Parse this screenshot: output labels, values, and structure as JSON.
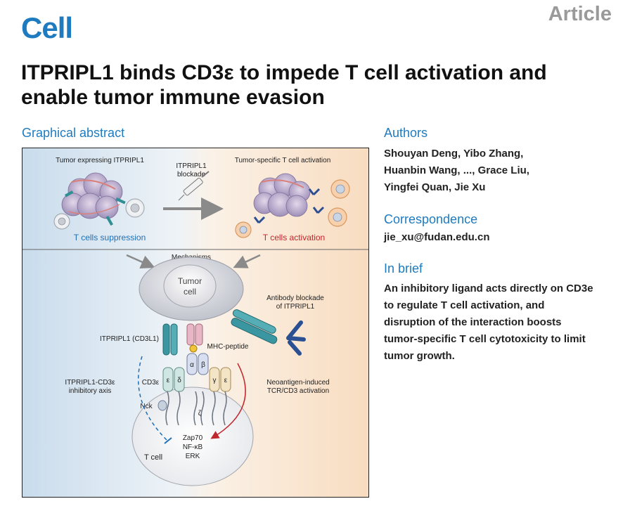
{
  "journal": {
    "logo": "Cell",
    "type": "Article"
  },
  "title": "ITPRIPL1 binds CD3ε to impede T cell activation and enable tumor immune evasion",
  "sections": {
    "graphical_abstract": "Graphical abstract",
    "authors": "Authors",
    "correspondence": "Correspondence",
    "in_brief": "In brief"
  },
  "authors_lines": [
    "Shouyan Deng, Yibo Zhang,",
    "Huanbin Wang, ..., Grace Liu,",
    "Yingfei Quan, Jie Xu"
  ],
  "correspondence_email": "jie_xu@fudan.edu.cn",
  "in_brief_lines": [
    "An inhibitory ligand acts directly on CD3e",
    "to regulate T cell activation, and",
    "disruption of the interaction boosts",
    "tumor-specific T cell cytotoxicity to limit",
    "tumor growth."
  ],
  "figure": {
    "tumor_expressing": "Tumor expressing ITPRIPL1",
    "tumor_specific": "Tumor-specific T cell activation",
    "blockade_line1": "ITPRIPL1",
    "blockade_line2": "blockade",
    "t_cells_suppression": "T cells suppression",
    "t_cells_activation": "T cells activation",
    "mechanisms": "Mechanisms",
    "tumor_cell_line1": "Tumor",
    "tumor_cell_line2": "cell",
    "antibody_line1": "Antibody blockade",
    "antibody_line2": "of ITPRIPL1",
    "itpripl1_cd3l1": "ITPRIPL1 (CD3L1)",
    "mhc_peptide": "MHC-peptide",
    "inhib_axis_line1": "ITPRIPL1-CD3ε",
    "inhib_axis_line2": "inhibitory axis",
    "cd3e": "CD3ε",
    "neoantigen_line1": "Neoantigen-induced",
    "neoantigen_line2": "TCR/CD3 activation",
    "alpha": "α",
    "beta": "β",
    "epsilon": "ε",
    "delta": "δ",
    "gamma": "γ",
    "zeta": "ζ",
    "nck": "Nck",
    "zap70": "Zap70",
    "nfkb": "NF-κB",
    "erk": "ERK",
    "t_cell": "T cell",
    "colors": {
      "blue_label": "#1f6fb5",
      "red_label": "#c0262d"
    }
  }
}
